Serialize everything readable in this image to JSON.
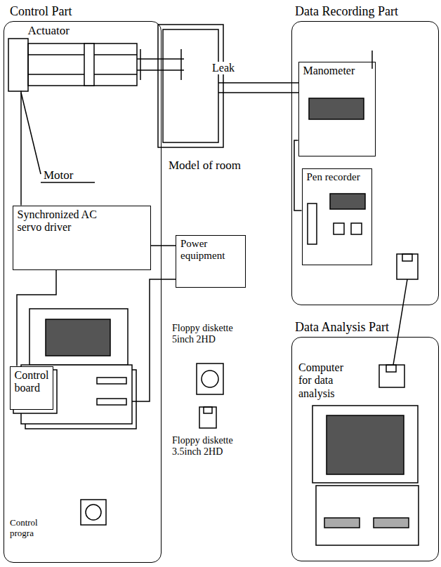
{
  "diagram": {
    "nodes": [
      {
        "text": [
          "Control Part"
        ]
      },
      {
        "text": [
          "Actuator"
        ],
        "in": 0
      },
      {
        "text": [
          "Synchronized AC servo driver"
        ],
        "in": 0
      },
      {
        "text": [
          "Control board"
        ],
        "in": 0
      },
      {
        "text": [
          "Data Recording Part"
        ]
      },
      {
        "text": [
          "Manometer"
        ],
        "in": 4
      },
      {
        "text": [
          "Pen recorder"
        ],
        "in": 4
      },
      {
        "text": [
          "Power equipment"
        ]
      },
      {
        "text": [
          "Data Analysis Part"
        ]
      }
    ],
    "edges": [
      {
        "from": 1,
        "to": 2,
        "arrow": "none"
      },
      {
        "from": 2,
        "to": 3,
        "arrow": "none"
      },
      {
        "from": 2,
        "to": 7,
        "arrow": "none"
      },
      {
        "from": 5,
        "to": 6,
        "arrow": "none"
      }
    ],
    "labels": [
      "Motor",
      "Model of room",
      "Leak",
      "Floppy diskette 5inch 2HD",
      "Floppy diskette 3.5inch 2HD",
      "Control progra",
      "Computer for data analysis"
    ]
  }
}
